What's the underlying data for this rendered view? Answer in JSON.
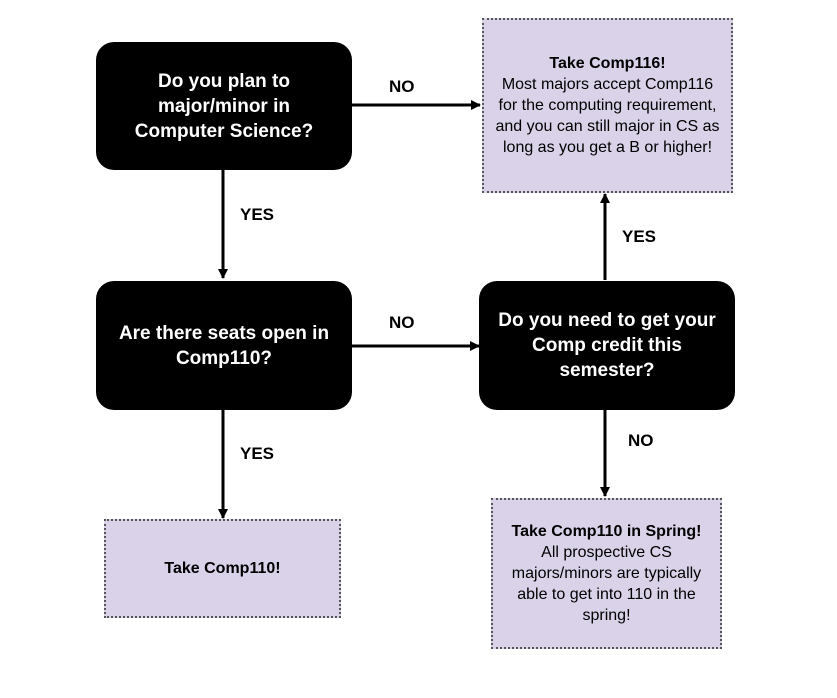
{
  "colors": {
    "decision_fill": "#000000",
    "decision_text": "#ffffff",
    "outcome_fill": "#d9d2e9",
    "outcome_border": "#555555",
    "arrow": "#000000"
  },
  "nodes": {
    "q_major": {
      "text": "Do you plan to major/minor in Computer Science?"
    },
    "q_seats": {
      "text": "Are there seats open in Comp110?"
    },
    "q_credit": {
      "text": "Do you need to get your Comp credit this semester?"
    },
    "take_116": {
      "title": "Take Comp116!",
      "body": "Most majors accept Comp116 for the computing requirement, and you can still major in CS as long as you get a B or higher!"
    },
    "take_110": {
      "title": "Take Comp110!"
    },
    "take_110_spring": {
      "title": "Take Comp110 in Spring!",
      "body": "All prospective CS majors/minors are typically able to get into 110 in the spring!"
    }
  },
  "edges": {
    "major_no": "NO",
    "major_yes": "YES",
    "seats_no": "NO",
    "seats_yes": "YES",
    "credit_yes": "YES",
    "credit_no": "NO"
  }
}
